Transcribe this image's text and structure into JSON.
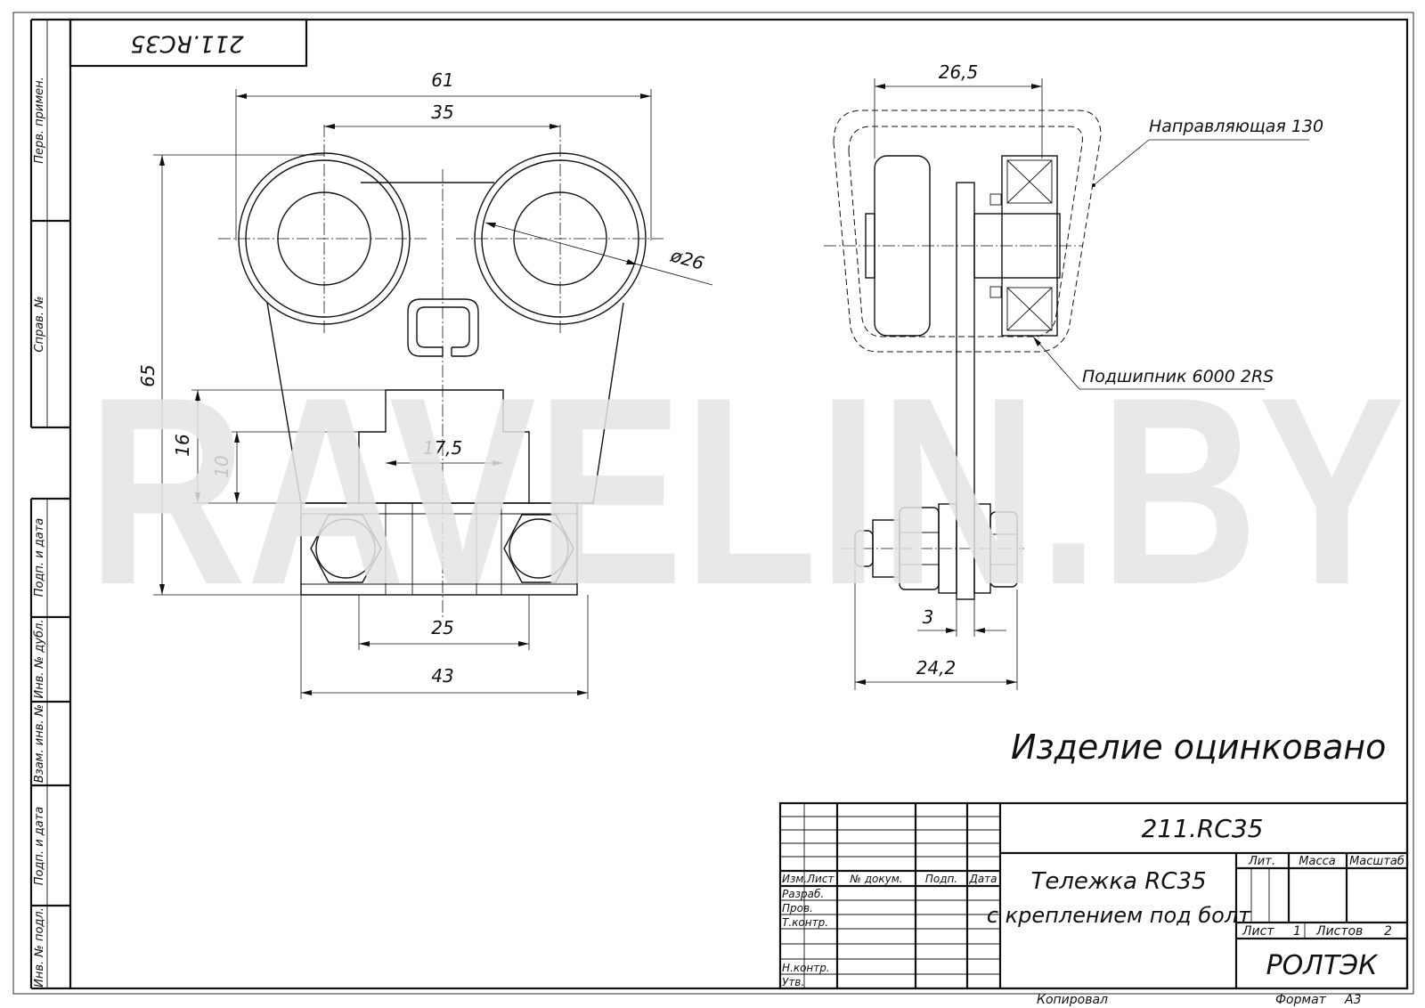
{
  "drawing": {
    "corner_code": "211.RC35",
    "side_strip": [
      "Перв. примен.",
      "Справ. №",
      "Подп. и дата",
      "Инв. № дубл.",
      "Взам. инв. №",
      "Подп. и дата",
      "Инв. № подл."
    ],
    "front_view_dims": {
      "width_overall": "61",
      "wheel_spacing": "35",
      "wheel_diameter": "ø26",
      "height_overall": "65",
      "block_height": "16",
      "mount_height": "10",
      "block_top_width": "17,5",
      "bolt_spacing": "25",
      "base_width": "43"
    },
    "side_view_dims": {
      "wheel_width": "26,5",
      "plate_thickness": "3",
      "total_depth": "24,2"
    },
    "callouts": {
      "rail": "Направляющая 130",
      "bearing": "Подшипник 6000 2RS"
    },
    "note": "Изделие оцинковано",
    "watermark": "RAVELIN.BY"
  },
  "title_block": {
    "designation": "211.RC35",
    "name_line1": "Тележка RC35",
    "name_line2": "с креплением под болт",
    "headers": {
      "izm": "Изм.",
      "list": "Лист",
      "doc": "№ докум.",
      "sign": "Подп.",
      "date": "Дата"
    },
    "roles": [
      "Разраб.",
      "Пров.",
      "Т.контр.",
      "Н.контр.",
      "Утв."
    ],
    "lit": "Лит.",
    "mass": "Масса",
    "scale": "Масштаб",
    "sheet_label": "Лист",
    "sheet_value": "1",
    "sheets_label": "Листов",
    "sheets_value": "2",
    "company": "РОЛТЭК"
  },
  "footer": {
    "copied": "Копировал",
    "format_label": "Формат",
    "format_value": "А3"
  }
}
